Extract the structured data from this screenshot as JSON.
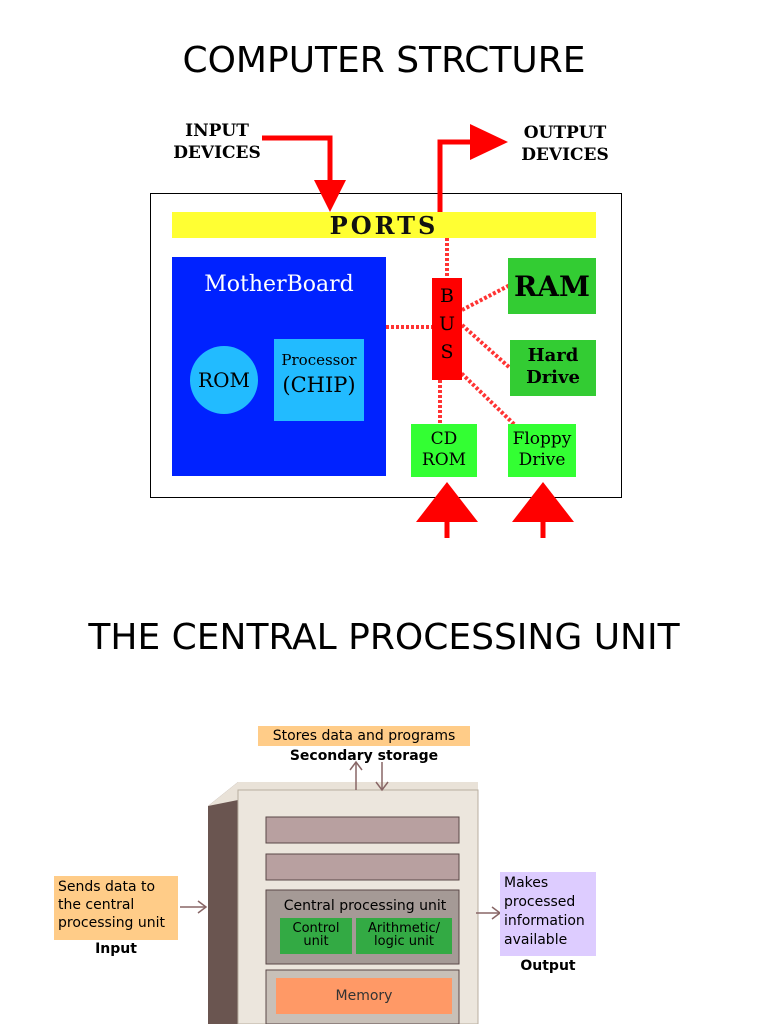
{
  "slide1": {
    "title": "COMPUTER STRCTURE",
    "input_devices": [
      "INPUT",
      "DEVICES"
    ],
    "output_devices": [
      "OUTPUT",
      "DEVICES"
    ],
    "ports": "PORTS",
    "motherboard": "MotherBoard",
    "rom": "ROM",
    "processor": [
      "Processor",
      "(CHIP)"
    ],
    "bus": [
      "B",
      "U",
      "S"
    ],
    "ram": "RAM",
    "hard_drive": [
      "Hard",
      "Drive"
    ],
    "cd_rom": [
      "CD",
      "ROM"
    ],
    "floppy": [
      "Floppy",
      "Drive"
    ],
    "colors": {
      "arrow": "#ff0000",
      "ports": "#ffff33",
      "motherboard": "#0022ff",
      "green": "#33cc33",
      "bright_green": "#33ff33",
      "bus": "#ff0000"
    }
  },
  "slide2": {
    "title": "THE CENTRAL PROCESSING UNIT",
    "secondary_storage": {
      "desc": "Stores data and programs",
      "label": "Secondary storage"
    },
    "input": {
      "desc": [
        "Sends data to",
        "the central",
        "processing unit"
      ],
      "label": "Input"
    },
    "output": {
      "desc": [
        "Makes",
        "processed",
        "information",
        "available"
      ],
      "label": "Output"
    },
    "cpu_label": "Central processing unit",
    "control_unit": [
      "Control",
      "unit"
    ],
    "alu": [
      "Arithmetic/",
      "logic unit"
    ],
    "memory": "Memory",
    "colors": {
      "storage_box": "#ffcc88",
      "input_box": "#ffcc88",
      "output_box": "#ddccff",
      "cpu_green": "#33aa44",
      "memory": "#ff9966"
    }
  }
}
